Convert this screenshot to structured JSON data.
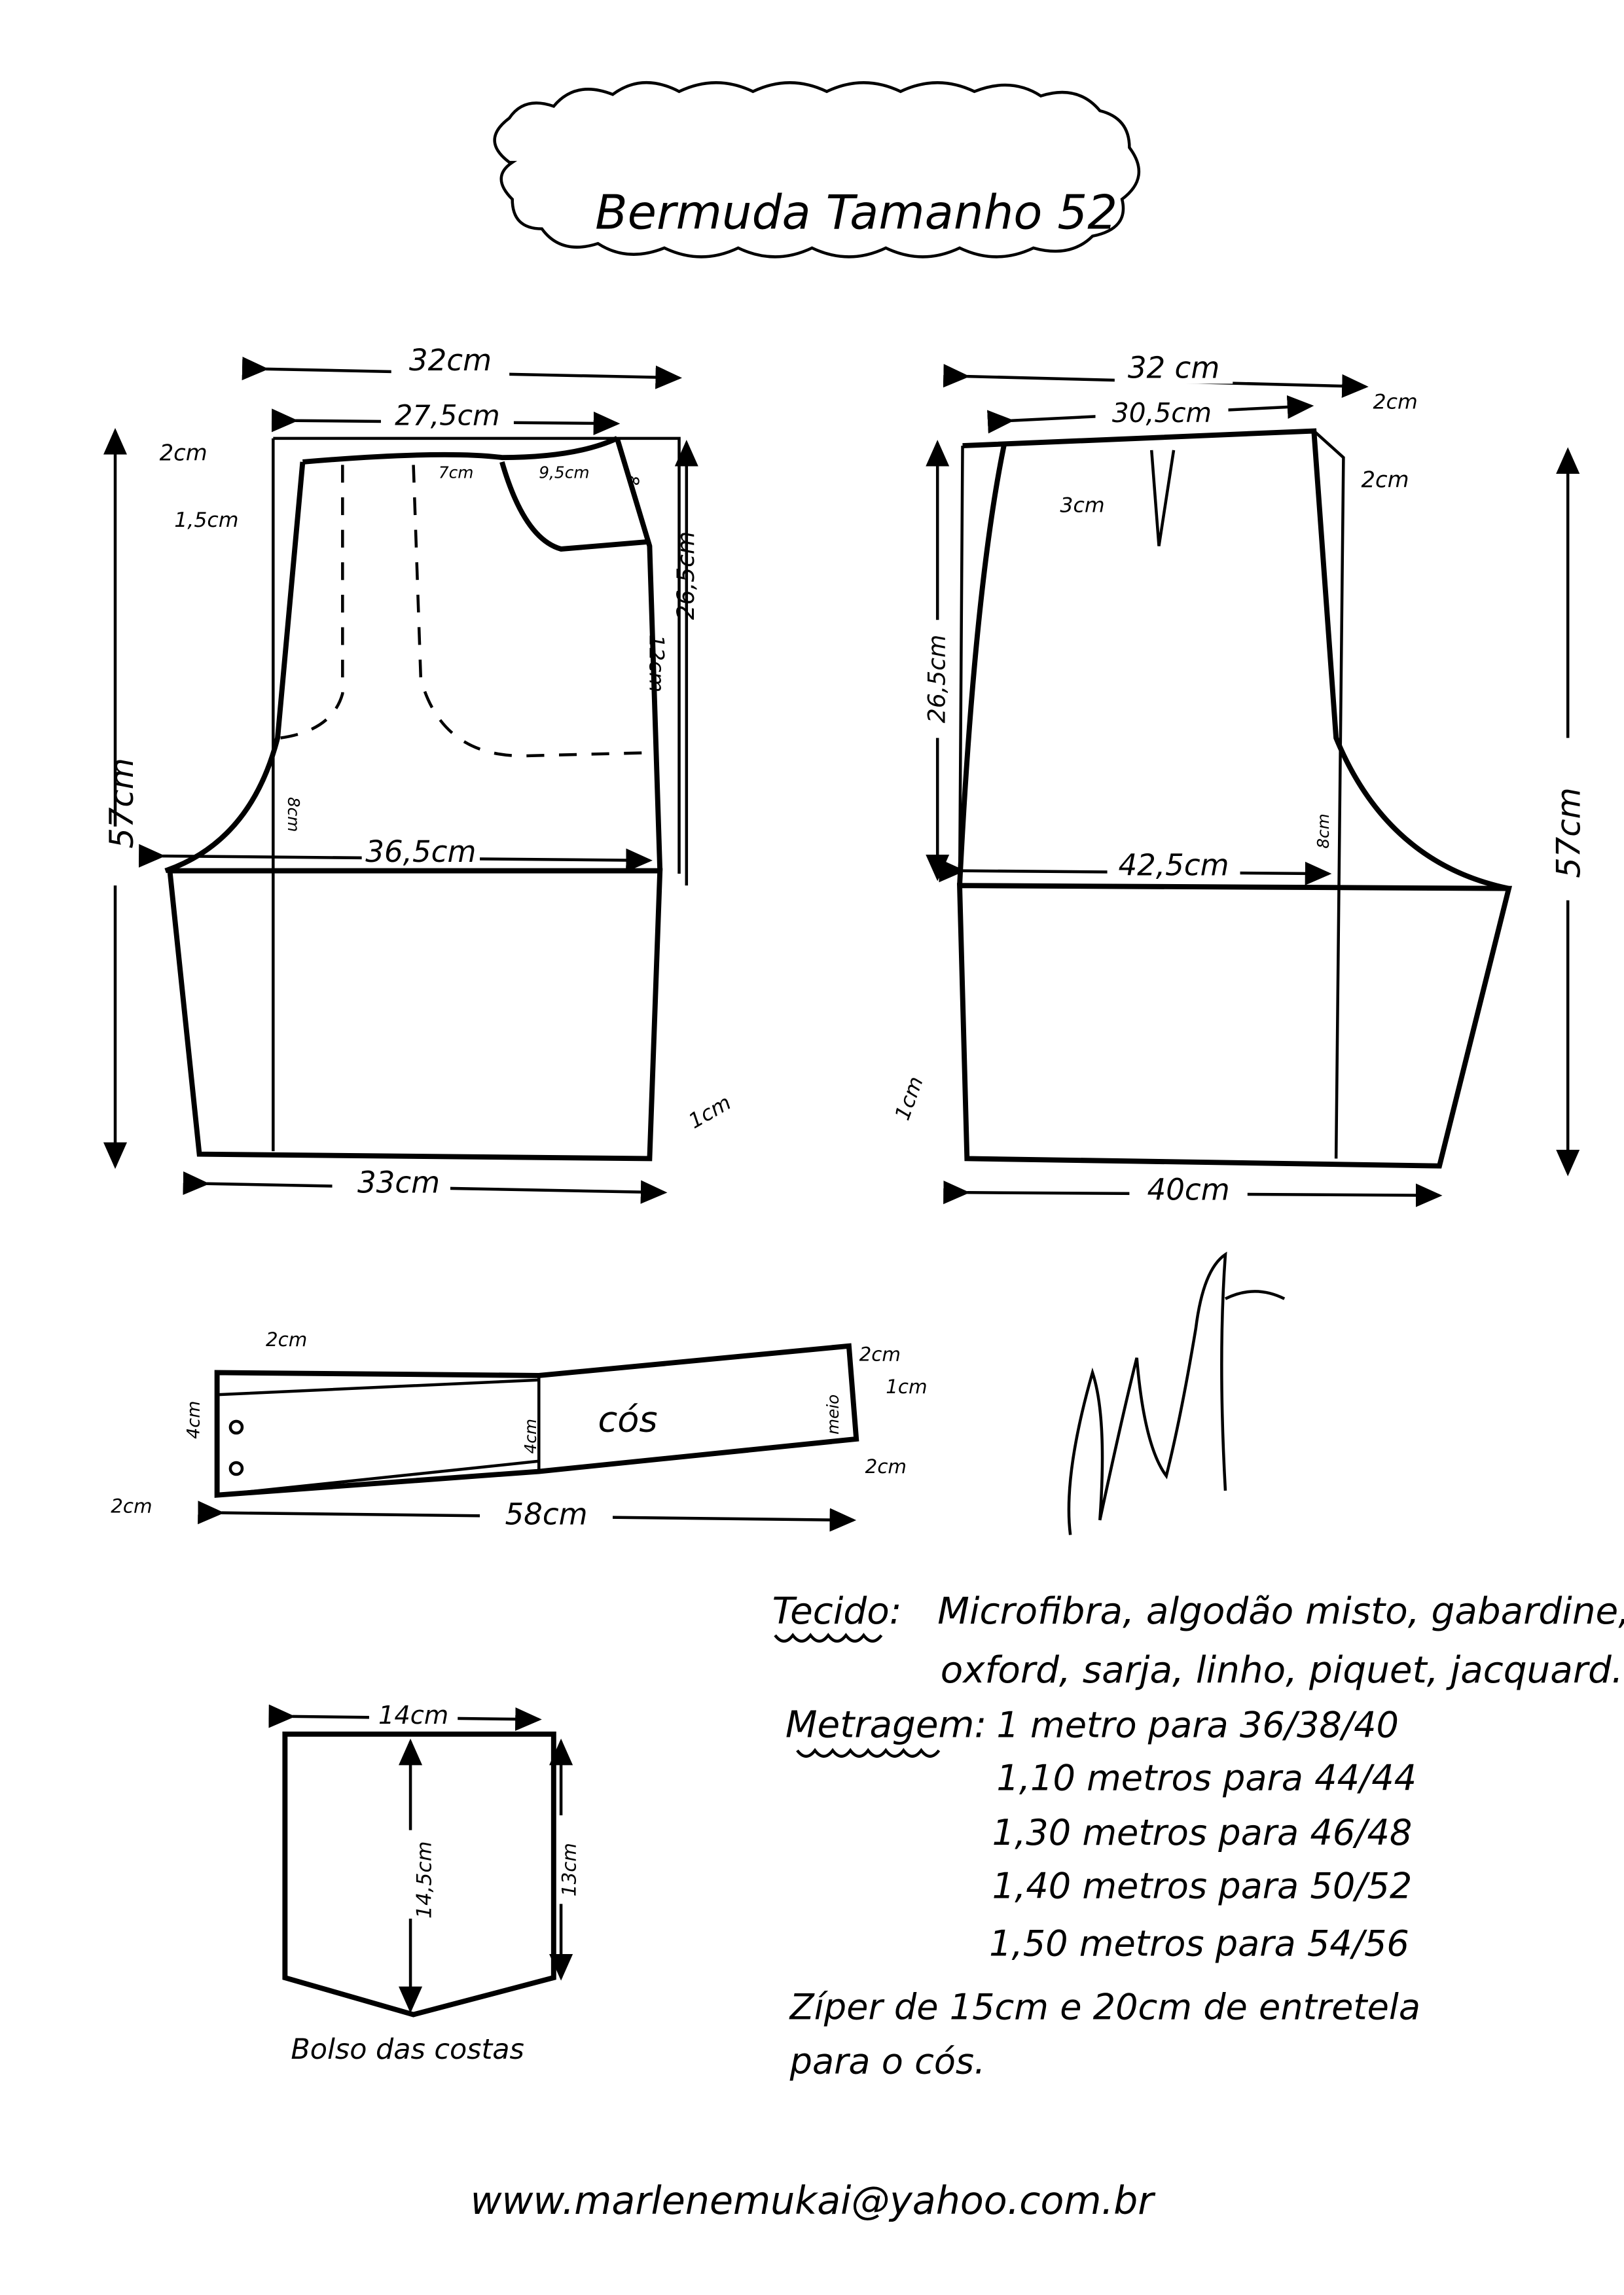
{
  "title": "Bermuda Tamanho 52",
  "front": {
    "top_width": "32cm",
    "waist_width": "27,5cm",
    "waist_drop": "2cm",
    "side_offset": "1,5cm",
    "pleat_gap": "7cm",
    "pocket_opening": "9,5cm",
    "pocket_depth": "8",
    "pocket_side": "12cm",
    "hip_height": "26,5cm",
    "total_length": "57cm",
    "crotch_depth": "8cm",
    "crotch_width": "36,5cm",
    "hem_offset": "1cm",
    "hem_width": "33cm"
  },
  "back": {
    "top_width": "32 cm",
    "waist_width": "30,5cm",
    "waist_rise": "2cm",
    "side_offset": "2cm",
    "dart": "3cm",
    "hip_height": "26,5cm",
    "crotch_depth": "8cm",
    "crotch_width": "42,5cm",
    "total_length": "57cm",
    "hem_offset": "1cm",
    "hem_width": "40cm"
  },
  "waistband": {
    "label": "cós",
    "top_left": "2cm",
    "height": "4cm",
    "mid_height": "4cm",
    "bottom_left": "2cm",
    "top_right": "2cm",
    "middle_label": "meio",
    "right_offset": "1cm",
    "bottom_right": "2cm",
    "length": "58cm"
  },
  "back_pocket": {
    "width": "14cm",
    "center_height": "14,5cm",
    "side_height": "13cm",
    "label": "Bolso das costas"
  },
  "signature": "Marlene Mukai",
  "notes": {
    "fabric_label": "Tecido:",
    "fabric_line1": "Microfibra, algodão misto, gabardine,",
    "fabric_line2": "oxford, sarja, linho, piquet, jacquard.",
    "yardage_label": "Metragem:",
    "yardage": [
      "1 metro para 36/38/40",
      "1,10 metros para 44/44",
      "1,30 metros para 46/48",
      "1,40 metros para 50/52",
      "1,50 metros para 54/56"
    ],
    "zipper_line1": "Zíper de 15cm e 20cm de entretela",
    "zipper_line2": "para o cós."
  },
  "footer_email": "www.marlenemukai@yahoo.com.br"
}
